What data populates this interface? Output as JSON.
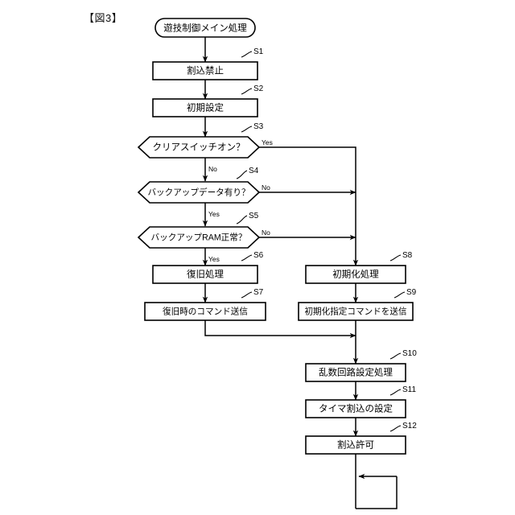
{
  "figure": {
    "label": "【図3】"
  },
  "flowchart": {
    "title": "遊技制御メイン処理",
    "type": "flowchart",
    "start_node": {
      "id": "start",
      "shape": "stadium",
      "text": "遊技制御メイン処理"
    },
    "nodes": [
      {
        "id": "S1",
        "step": "S1",
        "shape": "process",
        "text": "割込禁止"
      },
      {
        "id": "S2",
        "step": "S2",
        "shape": "process",
        "text": "初期設定"
      },
      {
        "id": "S3",
        "step": "S3",
        "shape": "decision",
        "text": "クリアスイッチオン？",
        "yes": "Yes",
        "no": "No"
      },
      {
        "id": "S4",
        "step": "S4",
        "shape": "decision",
        "text": "バックアップデータ有り？",
        "yes": "Yes",
        "no": "No"
      },
      {
        "id": "S5",
        "step": "S5",
        "shape": "decision",
        "text": "バックアップRAM正常？",
        "yes": "Yes",
        "no": "No"
      },
      {
        "id": "S6",
        "step": "S6",
        "shape": "process",
        "text": "復旧処理"
      },
      {
        "id": "S7",
        "step": "S7",
        "shape": "process",
        "text": "復旧時のコマンド送信"
      },
      {
        "id": "S8",
        "step": "S8",
        "shape": "process",
        "text": "初期化処理"
      },
      {
        "id": "S9",
        "step": "S9",
        "shape": "process",
        "text": "初期化指定コマンドを送信"
      },
      {
        "id": "S10",
        "step": "S10",
        "shape": "process",
        "text": "乱数回路設定処理"
      },
      {
        "id": "S11",
        "step": "S11",
        "shape": "process",
        "text": "タイマ割込の設定"
      },
      {
        "id": "S12",
        "step": "S12",
        "shape": "process",
        "text": "割込許可"
      }
    ],
    "branch_labels": {
      "s3_yes": "Yes",
      "s3_no": "No",
      "s4_no": "No",
      "s4_yes": "Yes",
      "s5_no": "No",
      "s5_yes": "Yes"
    },
    "edges": [
      {
        "from": "start",
        "to": "S1",
        "label": ""
      },
      {
        "from": "S1",
        "to": "S2",
        "label": ""
      },
      {
        "from": "S2",
        "to": "S3",
        "label": ""
      },
      {
        "from": "S3",
        "to": "S4",
        "label": "No"
      },
      {
        "from": "S3",
        "to": "S8",
        "label": "Yes"
      },
      {
        "from": "S4",
        "to": "S5",
        "label": "Yes"
      },
      {
        "from": "S4",
        "to": "S8",
        "label": "No"
      },
      {
        "from": "S5",
        "to": "S6",
        "label": "Yes"
      },
      {
        "from": "S5",
        "to": "S8",
        "label": "No"
      },
      {
        "from": "S6",
        "to": "S7",
        "label": ""
      },
      {
        "from": "S7",
        "to": "S10",
        "label": ""
      },
      {
        "from": "S8",
        "to": "S9",
        "label": ""
      },
      {
        "from": "S9",
        "to": "S10",
        "label": ""
      },
      {
        "from": "S10",
        "to": "S11",
        "label": ""
      },
      {
        "from": "S11",
        "to": "S12",
        "label": ""
      },
      {
        "from": "S12",
        "to": "loop",
        "label": ""
      }
    ]
  }
}
